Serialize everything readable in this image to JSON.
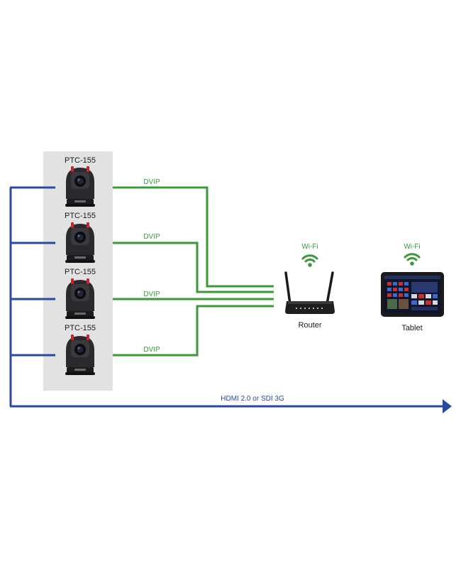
{
  "cameras": [
    {
      "label": "PTC-155",
      "link": "DVIP"
    },
    {
      "label": "PTC-155",
      "link": "DVIP"
    },
    {
      "label": "PTC-155",
      "link": "DVIP"
    },
    {
      "label": "PTC-155",
      "link": "DVIP"
    }
  ],
  "router": {
    "label": "Router",
    "wireless": "Wi-Fi"
  },
  "tablet": {
    "label": "Tablet",
    "wireless": "Wi-Fi"
  },
  "output": {
    "label": "HDMI 2.0 or SDI 3G"
  },
  "colors": {
    "green_link": "#3a9a3a",
    "blue_link": "#2b4a9e",
    "camera_panel": "#e2e2e2"
  }
}
